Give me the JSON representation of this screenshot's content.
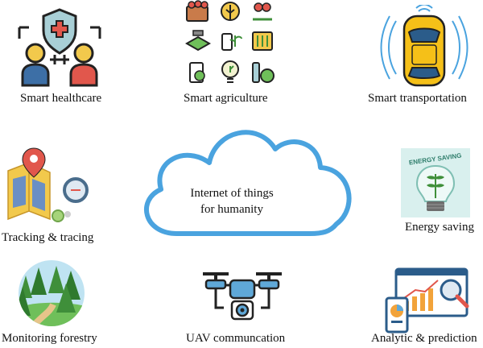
{
  "center": {
    "line1": "Internet of things",
    "line2": "for humanity"
  },
  "items": [
    {
      "label": "Smart healthcare",
      "icon": "doctors-shield-icon"
    },
    {
      "label": "Smart agriculture",
      "icon": "agriculture-grid-icon"
    },
    {
      "label": "Smart transportation",
      "icon": "connected-car-icon"
    },
    {
      "label": "Tracking & tracing",
      "icon": "tracking-map-icon"
    },
    {
      "label": "Energy saving",
      "icon": "energy-bulb-icon"
    },
    {
      "label": "Monitoring forestry",
      "icon": "forest-icon"
    },
    {
      "label": "UAV communcation",
      "icon": "drone-icon"
    },
    {
      "label": "Analytic & prediction",
      "icon": "analytics-chart-icon"
    }
  ],
  "colors": {
    "cloud_stroke": "#4aa3df",
    "shield": "#a8cfd6",
    "person_yellow": "#f2c94c",
    "person_shirt_left": "#3d6fa6",
    "person_shirt_right": "#e1574c",
    "car_yellow": "#f5c018",
    "drone_blue": "#5fa8d8",
    "forest_green": "#3f8f3a"
  },
  "energy_text": "ENERGY SAVING"
}
